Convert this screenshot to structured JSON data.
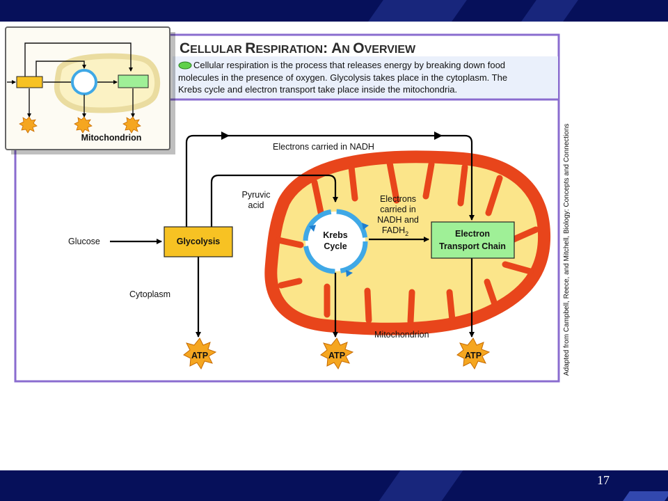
{
  "slide": {
    "page_number": "17",
    "colors": {
      "band": "#06105a",
      "panel_border": "#8a6ccf",
      "intro_bg": "#eaf0fb",
      "membrane": "#e8451b",
      "matrix": "#fbe58a",
      "glycolysis_box": "#f7c223",
      "etc_box": "#9ff097",
      "krebs_cycle": "#3fa8e6",
      "atp_burst": "#f5a620"
    }
  },
  "header": {
    "title_parts": [
      "C",
      "ELLULAR ",
      "R",
      "ESPIRATION",
      ": A",
      "N ",
      "O",
      "VERVIEW"
    ],
    "title_icon": "green-oval-icon",
    "intro_lines": [
      "Cellular respiration is the process that releases energy by breaking down food",
      "molecules in the presence of oxygen. Glycolysis takes place in the cytoplasm. The",
      "Krebs cycle and electron transport take place inside the mitochondria."
    ]
  },
  "thumbnail": {
    "label": "Mitochondrion"
  },
  "diagram": {
    "glucose": "Glucose",
    "glycolysis": "Glycolysis",
    "cytoplasm": "Cytoplasm",
    "pyruvic": [
      "Pyruvic",
      "acid"
    ],
    "electrons_nadh": "Electrons carried in NADH",
    "electrons_nadh_fadh": [
      "Electrons",
      "carried in",
      "NADH and",
      "FADH",
      "2"
    ],
    "krebs": [
      "Krebs",
      "Cycle"
    ],
    "etc": [
      "Electron",
      "Transport Chain"
    ],
    "mitochondrion": "Mitochondrion",
    "atp": [
      "ATP",
      "ATP",
      "ATP"
    ]
  },
  "credit": "Adapted from Campbell, Reece, and Mitchell, Biology: Concepts and Connections"
}
